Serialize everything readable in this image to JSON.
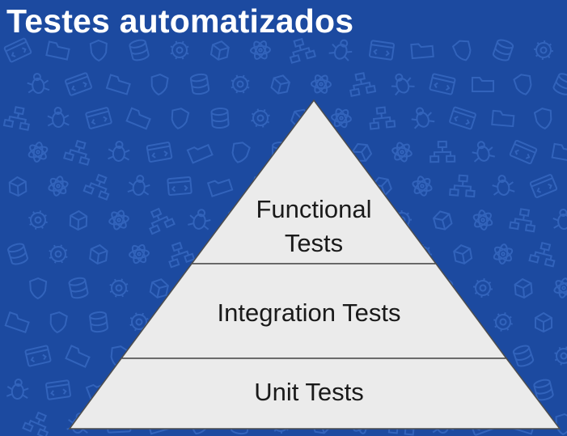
{
  "title": "Testes automatizados",
  "colors": {
    "background": "#1c4aa0",
    "doodle": "#3a6cc4",
    "tier_fill": "#ebebeb",
    "tier_border": "#4d4d4d",
    "title_text": "#ffffff",
    "label_text": "#1a1a1a"
  },
  "pyramid": {
    "tiers": [
      {
        "lines": [
          "Functional",
          "Tests"
        ]
      },
      {
        "lines": [
          "Integration Tests"
        ]
      },
      {
        "lines": [
          "Unit Tests"
        ]
      }
    ]
  },
  "background_icons": [
    "bug-icon",
    "code-window-icon",
    "database-icon",
    "gear-icon",
    "network-icon",
    "shield-icon",
    "atom-icon",
    "folder-icon"
  ]
}
